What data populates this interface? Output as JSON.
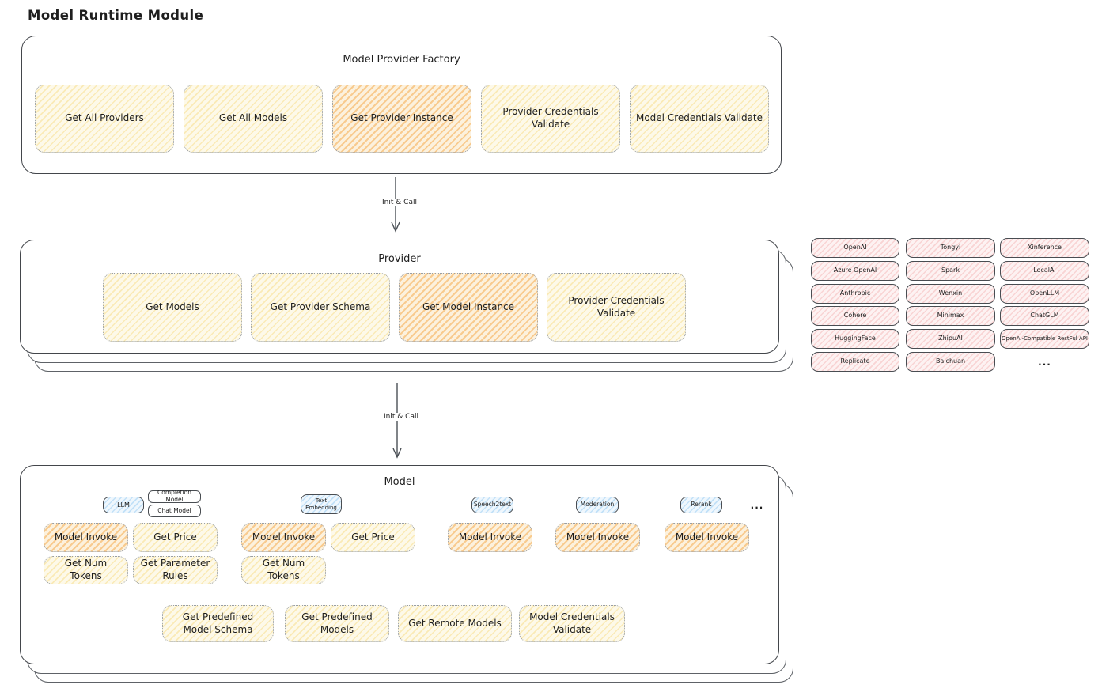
{
  "title": "Model Runtime Module",
  "arrows": {
    "factory_to_provider": "Init & Call",
    "provider_to_model": "Init & Call"
  },
  "factory": {
    "title": "Model Provider Factory",
    "boxes": [
      {
        "label": "Get All Providers"
      },
      {
        "label": "Get All Models"
      },
      {
        "label": "Get Provider Instance"
      },
      {
        "label": "Provider Credentials Validate"
      },
      {
        "label": "Model Credentials Validate"
      }
    ]
  },
  "provider": {
    "title": "Provider",
    "boxes": [
      {
        "label": "Get Models"
      },
      {
        "label": "Get Provider Schema"
      },
      {
        "label": "Get Model Instance"
      },
      {
        "label": "Provider Credentials Validate"
      }
    ]
  },
  "providers_list": {
    "column1": [
      "OpenAI",
      "Azure OpenAI",
      "Anthropic",
      "Cohere",
      "HuggingFace",
      "Replicate"
    ],
    "column2": [
      "Tongyi",
      "Spark",
      "Wenxin",
      "Minimax",
      "ZhipuAI",
      "Baichuan"
    ],
    "column3": [
      "Xinference",
      "LocalAI",
      "OpenLLM",
      "ChatGLM",
      "OpenAI-Compatible RestFul API"
    ],
    "more": "..."
  },
  "model": {
    "title": "Model",
    "tabs": [
      {
        "label": "LLM"
      },
      {
        "label": "Completion Model"
      },
      {
        "label": "Chat Model"
      },
      {
        "label": "Text Embedding"
      },
      {
        "label": "Speech2text"
      },
      {
        "label": "Moderation"
      },
      {
        "label": "Rerank"
      },
      {
        "label": "..."
      }
    ],
    "ops_row1": [
      {
        "label": "Model Invoke"
      },
      {
        "label": "Get Price"
      },
      {
        "label": "Model Invoke"
      },
      {
        "label": "Get Price"
      },
      {
        "label": "Model Invoke"
      },
      {
        "label": "Model Invoke"
      },
      {
        "label": "Model Invoke"
      }
    ],
    "ops_row2": [
      {
        "label": "Get Num Tokens"
      },
      {
        "label": "Get Parameter Rules"
      },
      {
        "label": "Get Num Tokens"
      }
    ],
    "bottom_ops": [
      {
        "label": "Get Predefined Model Schema"
      },
      {
        "label": "Get Predefined Models"
      },
      {
        "label": "Get Remote Models"
      },
      {
        "label": "Model Credentials Validate"
      }
    ]
  },
  "colors": {
    "ink": "#1e1e1e",
    "frame_border": "#43464b",
    "yellow_fill": "#fdf9e9",
    "yellow_hatch": "#f7d878",
    "orange_hatch": "#f5ab4e",
    "blue_hatch": "#8cc6f1",
    "pink_hatch": "#f2a6a6",
    "dotted_border": "#989ea5"
  }
}
